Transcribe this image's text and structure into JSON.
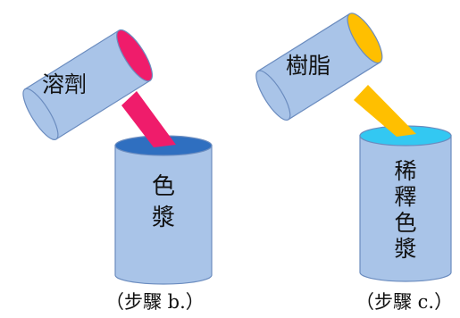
{
  "colors": {
    "cylinder_fill": "#a9c4e8",
    "cylinder_edge": "#6b8cbf",
    "solvent_stream": "#ef1c6b",
    "pigment_paste_top": "#2f6fc0",
    "resin_stream": "#ffbf00",
    "diluted_top": "#33c8f2"
  },
  "step_b": {
    "source_label": "溶劑",
    "container_label_chars": [
      "色",
      "漿"
    ],
    "caption": "（步驟 b.）"
  },
  "step_c": {
    "source_label": "樹脂",
    "container_label_chars": [
      "稀",
      "釋",
      "色",
      "漿"
    ],
    "caption": "（步驟 c.）"
  }
}
